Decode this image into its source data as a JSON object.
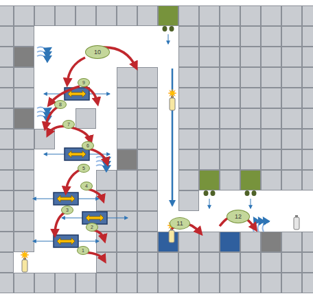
{
  "diagram": {
    "nodes": [
      {
        "text": [
          "10"
        ]
      },
      {
        "text": [
          "9"
        ]
      },
      {
        "text": [
          "8"
        ]
      },
      {
        "text": [
          "7"
        ]
      },
      {
        "text": [
          "6"
        ]
      },
      {
        "text": [
          "5"
        ]
      },
      {
        "text": [
          "4"
        ]
      },
      {
        "text": [
          "3"
        ]
      },
      {
        "text": [
          "2"
        ]
      },
      {
        "text": [
          "1"
        ]
      },
      {
        "text": [
          "11"
        ]
      },
      {
        "text": [
          "12"
        ]
      }
    ]
  }
}
